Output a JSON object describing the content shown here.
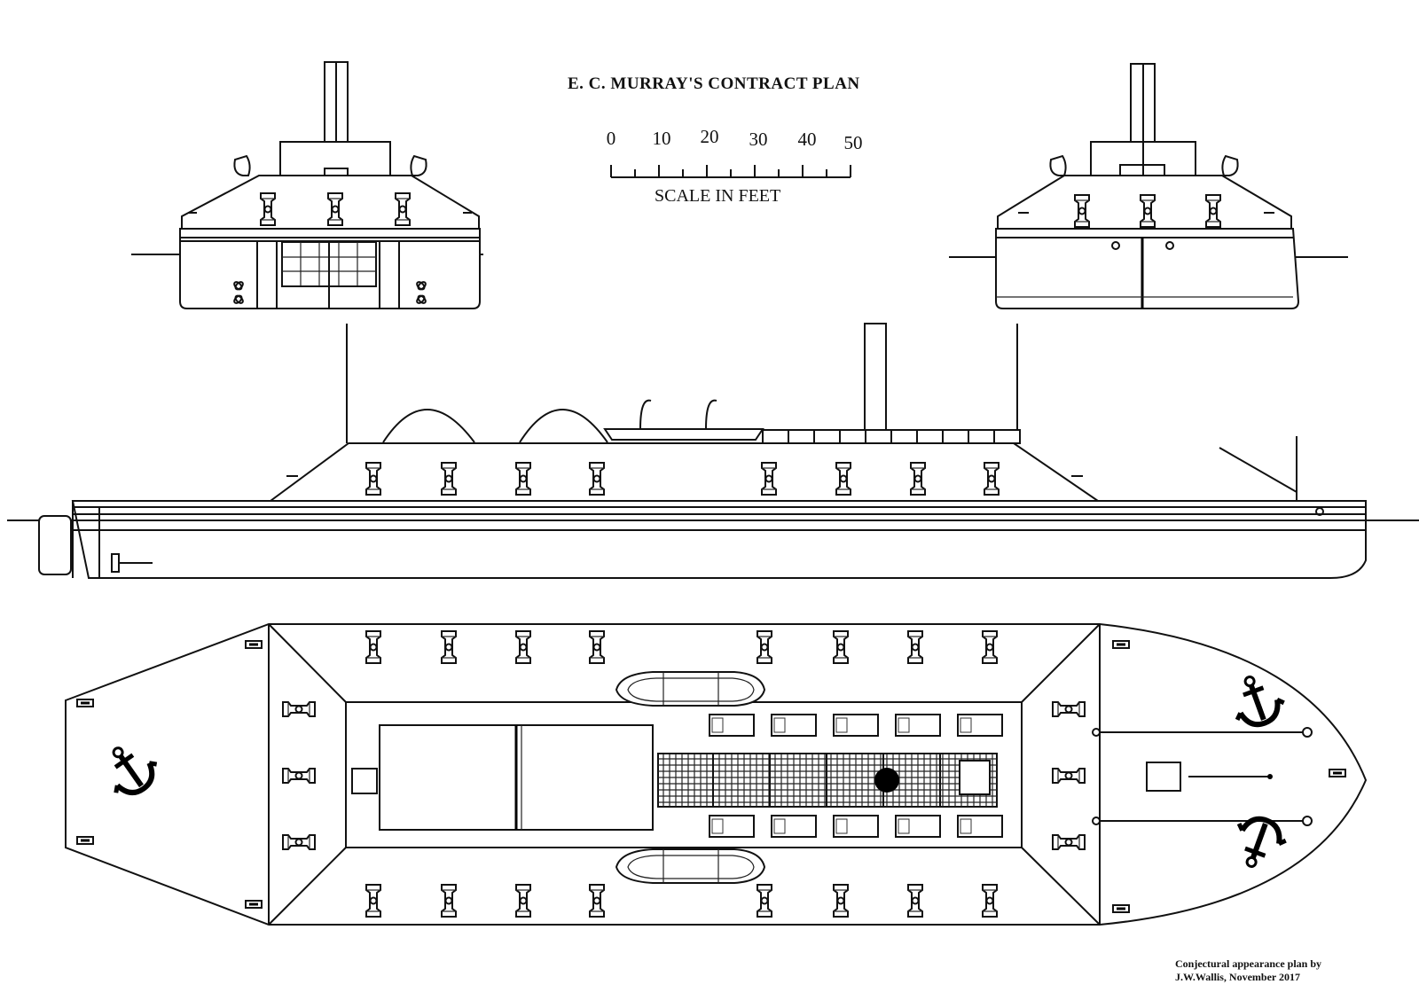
{
  "title": "E. C. MURRAY'S CONTRACT PLAN",
  "scale": {
    "label": "SCALE IN FEET",
    "ticks": [
      "0",
      "10",
      "20",
      "30",
      "40",
      "50"
    ]
  },
  "credit": {
    "line1": "Conjectural appearance plan by",
    "line2": "J.W.Wallis,  November 2017"
  },
  "views": {
    "stern_elevation": "stern-elevation",
    "bow_elevation": "bow-elevation",
    "side_elevation": "side-elevation",
    "deck_plan": "deck-plan"
  },
  "gunports": {
    "side_count": 8,
    "plan_row_count": 8,
    "plan_end_count": 3
  },
  "colors": {
    "ink": "#111111",
    "paper": "#ffffff"
  }
}
